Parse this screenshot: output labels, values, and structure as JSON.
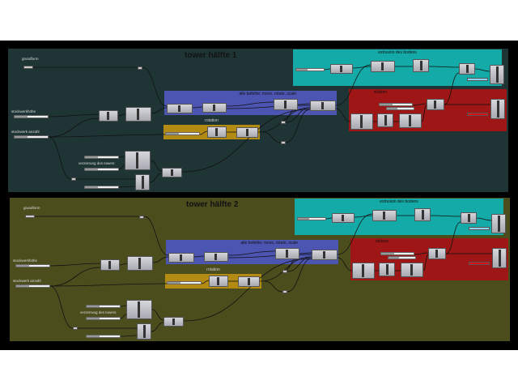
{
  "colors": {
    "panel1_bg": "#1f3535",
    "panel2_bg": "#4b4d1d",
    "extrusion": "#13aaa7",
    "befehle": "#4c55b2",
    "stuetzen": "#9e1616",
    "rotation": "#b38a12",
    "swatch_blue": "#8fd3f5",
    "swatch_red": "#e01010"
  },
  "panels": [
    {
      "title": "tower hälfte 1",
      "grundform": "grundform",
      "stockwerkhoehe": "stockwerkhöhe",
      "stockwerk_anzahl": "stockwerk anzahl",
      "verzerrung": "verzerrung des towers",
      "befehle": "alle befehle; move, rotate, scale",
      "rotation": "rotation",
      "extrusion": "extrusion des bodens",
      "stuetzen": "stützen"
    },
    {
      "title": "tower hälfte 2",
      "grundform": "grundform",
      "stockwerkhoehe": "stockwerkhöhe",
      "stockwerk_anzahl": "stockwerk anzahl",
      "verzerrung": "verzerrung des towers",
      "befehle": "alle befehle; move, rotate, scale",
      "rotation": "rotation",
      "extrusion": "extrusion des bodens",
      "stuetzen": "stützen"
    }
  ]
}
